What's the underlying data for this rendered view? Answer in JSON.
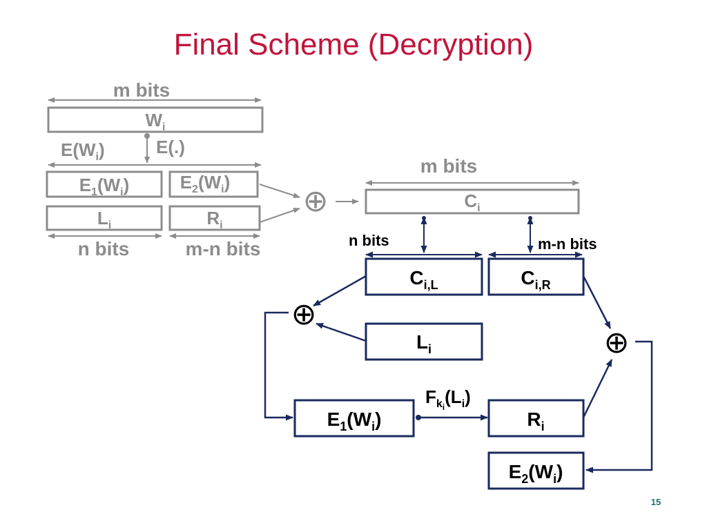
{
  "title": "Final Scheme (Decryption)",
  "page_number": "15",
  "colors": {
    "title": "#c0143c",
    "gray": "#8c8c8c",
    "navy": "#1a2a5e",
    "black": "#000000",
    "page_number": "#1f6f6f"
  },
  "top_left": {
    "m_bits": "m bits",
    "w_box": {
      "base": "W",
      "sub": "i"
    },
    "e_w": {
      "prefix": "E(W",
      "sub": "i",
      "suffix": ")"
    },
    "e_func": "E(.)",
    "e1_box": {
      "base": "E",
      "sub1": "1",
      "mid": "(W",
      "sub2": "i",
      "end": ")"
    },
    "e2_box": {
      "base": "E",
      "sub1": "2",
      "mid": "(W",
      "sub2": "i",
      "end": ")"
    },
    "l_box": {
      "base": "L",
      "sub": "i"
    },
    "r_box": {
      "base": "R",
      "sub": "i"
    },
    "n_bits": "n bits",
    "mn_bits": "m-n bits",
    "xor_symbol": "⊕"
  },
  "right_top": {
    "m_bits": "m bits",
    "c_box": {
      "base": "C",
      "sub": "i"
    },
    "n_bits": "n bits",
    "mn_bits": "m-n bits"
  },
  "decrypt_flow": {
    "cil_box": {
      "base": "C",
      "sub": "i,L"
    },
    "cir_box": {
      "base": "C",
      "sub": "i,R"
    },
    "li_box": {
      "base": "L",
      "sub": "i"
    },
    "e1_box": {
      "base": "E",
      "sub1": "1",
      "mid": "(W",
      "sub2": "i",
      "end": ")"
    },
    "ri_box": {
      "base": "R",
      "sub": "i"
    },
    "e2_box": {
      "base": "E",
      "sub1": "2",
      "mid": "(W",
      "sub2": "i",
      "end": ")"
    },
    "fk_label": {
      "base": "F",
      "sub": "k",
      "subsub": "i",
      "mid": "(L",
      "sub2": "i",
      "end": ")"
    },
    "xor_symbol": "⊕"
  }
}
